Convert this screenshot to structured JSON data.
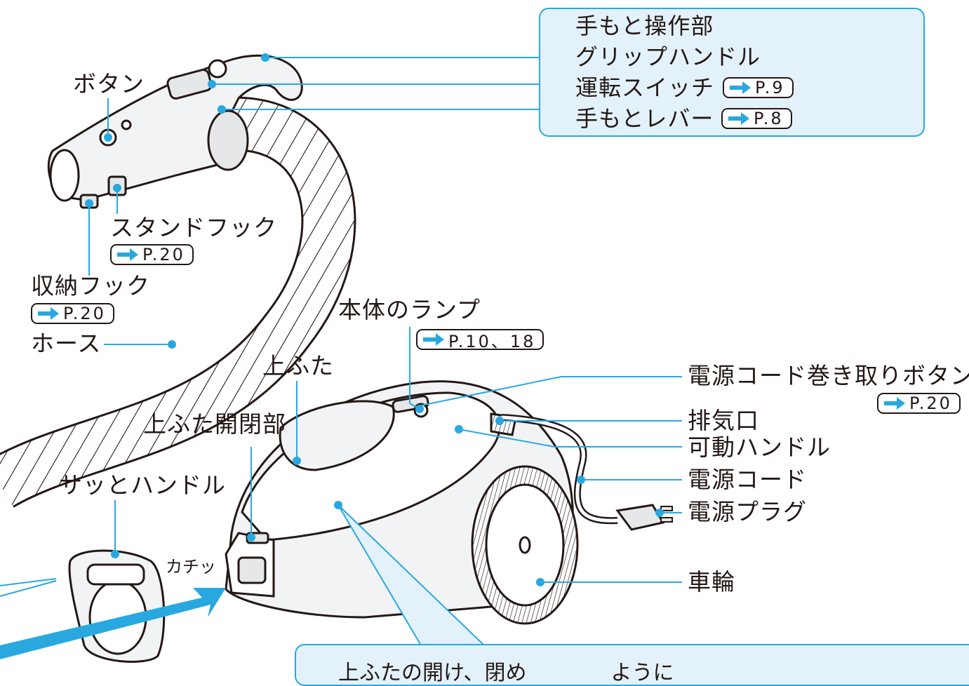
{
  "labels": {
    "button": "ボタン",
    "stand_hook": "スタンドフック",
    "storage_hook": "収納フック",
    "hose": "ホース",
    "body_lamp": "本体のランプ",
    "top_lid": "上ふた",
    "top_lid_opener": "上ふた開閉部",
    "quick_handle": "サッとハンドル",
    "click": "カチッ",
    "cord_rewind_button": "電源コード巻き取りボタン",
    "exhaust": "排気口",
    "movable_handle": "可動ハンドル",
    "power_cord": "電源コード",
    "power_plug": "電源プラグ",
    "wheel": "車輪"
  },
  "grip_callout": {
    "line1": "手もと操作部",
    "line2": "グリップハンドル",
    "line3": "運転スイッチ",
    "line4": "手もとレバー",
    "ref_switch": "P.9",
    "ref_lever": "P.8"
  },
  "refs": {
    "stand_hook": "P.20",
    "storage_hook": "P.20",
    "body_lamp": "P.10、18",
    "cord_rewind": "P.20"
  },
  "bottom_note": "上ふたの開け、閉め　　　　ように",
  "colors": {
    "accent": "#29a8e0",
    "callout_fill": "#e3f2fa",
    "ink": "#231815",
    "body_fill": "#f2f3f4"
  },
  "icons": [
    "arrow-right-icon"
  ]
}
